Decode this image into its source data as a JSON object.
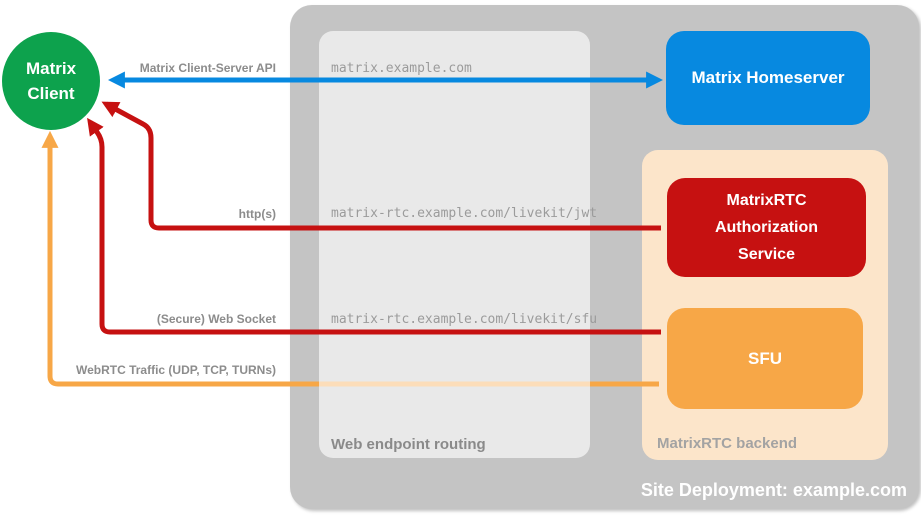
{
  "diagram_title": "Site Deployment: example.com",
  "client": {
    "label": "Matrix Client"
  },
  "nodes": {
    "homeserver": {
      "label": "Matrix Homeserver",
      "color": "#0789e0"
    },
    "auth_service": {
      "label": "MatrixRTC Authorization Service",
      "color": "#c61111"
    },
    "sfu": {
      "label": "SFU",
      "color": "#f7a747"
    }
  },
  "edges": {
    "client_server_api": {
      "label": "Matrix Client-Server API",
      "color": "#0789e0"
    },
    "https": {
      "label": "http(s)",
      "color": "#c61111"
    },
    "web_socket": {
      "label": "(Secure) Web Socket",
      "color": "#c61111"
    },
    "webrtc": {
      "label": "WebRTC Traffic (UDP, TCP, TURNs)",
      "color": "#f7a747"
    }
  },
  "routes": {
    "homeserver": "matrix.example.com",
    "jwt": "matrix-rtc.example.com/livekit/jwt",
    "sfu": "matrix-rtc.example.com/livekit/sfu"
  },
  "containers": {
    "routing": {
      "label": "Web endpoint routing",
      "color": "#e9e9e9"
    },
    "backend": {
      "label": "MatrixRTC backend",
      "color": "#fce5ca"
    },
    "deployment": {
      "label": "Site Deployment: example.com",
      "color": "#c4c4c4"
    }
  },
  "colors": {
    "client_green": "#0da24d",
    "outer_gray": "#c4c4c4",
    "label_gray": "#8c8c8c",
    "url_gray": "#9b9b9b",
    "white_text": "#ffffff"
  }
}
